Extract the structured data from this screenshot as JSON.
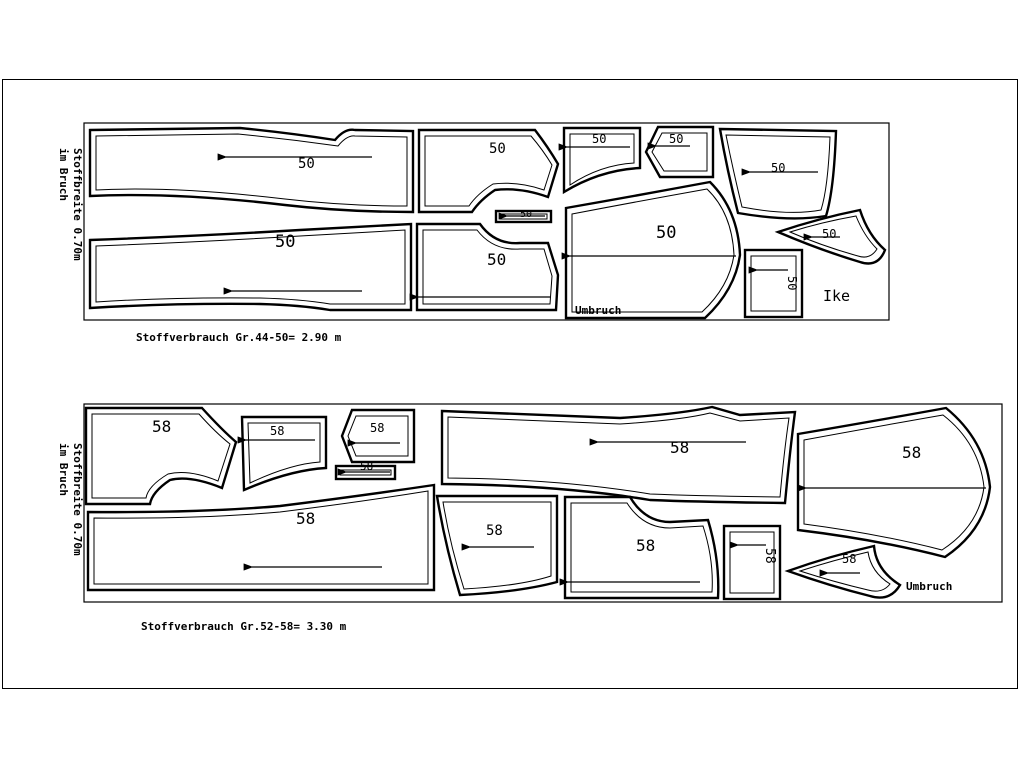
{
  "top_layout": {
    "side_label_line1": "Stoffbreite 0.70m",
    "side_label_line2": "im Bruch",
    "size": "50",
    "fold_label": "Umbruch",
    "maker_label": "Ike",
    "consumption": "Stoffverbrauch Gr.44-50= 2.90 m"
  },
  "bottom_layout": {
    "side_label_line1": "Stoffbreite 0.70m",
    "side_label_line2": "im Bruch",
    "size": "58",
    "fold_label": "Umbruch",
    "consumption": "Stoffverbrauch Gr.52-58= 3.30 m"
  }
}
